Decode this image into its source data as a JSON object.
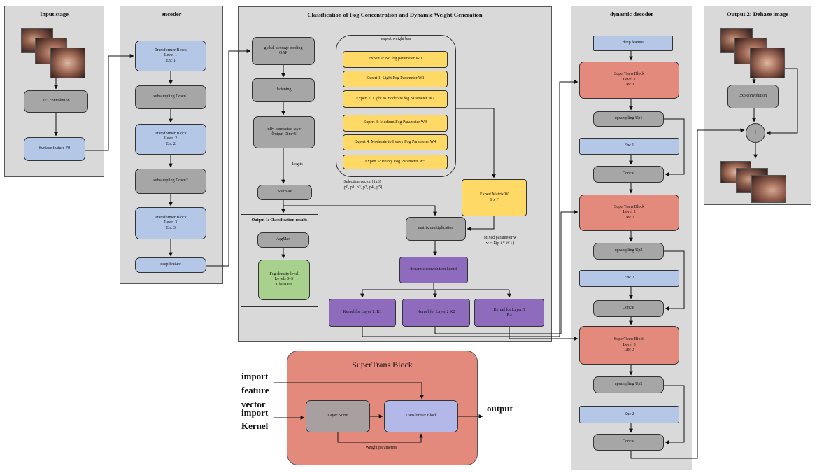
{
  "input_stage": {
    "title": "Input stage",
    "conv": "3x3 convolution",
    "surface": "Surface feature F0"
  },
  "encoder": {
    "title": "encoder",
    "enc1": "Transformer Block\nLevel 1\nEnc 1",
    "down1": "subsampling Down1",
    "enc2": "Transformer Block\nLevel 2\nEnc 2",
    "down2": "subsampling Down2",
    "enc3": "Transformer Block\nLevel 3\nEnc 3",
    "deep": "deep feature"
  },
  "classification": {
    "title": "Classification of Fog Concentration and Dynamic Weight Generation",
    "gap": "global average pooling\nGAP",
    "flatten": "flattening",
    "fc": "fully connected layer\nOutput Dim=6",
    "logits": "Logits",
    "softmax": "Softmax",
    "expert_title": "expert weight bas",
    "experts": [
      "Expert 0: No fog parameter W0",
      "Expert 1: Light Fog Parameter W1",
      "Expert 2: Light to moderate fog parameter W2",
      "Expert 3: Medium Fog Parameter W3",
      "Expert 4: Moderate to Heavy Fog Parameter W4",
      "Expert 5: Heavy Fog Parameter W5"
    ],
    "selection": "Selection vector (1x6)\n[p0, p1, p2, p3, p4 , p5]",
    "expert_matrix": "Expert Matrix W\n6 x F",
    "matmul": "matrix multiplication",
    "mixed": "Mixed parameter w\nw = Σ(p i * W i )",
    "dyn_kernel": "dynamic convolution kernel",
    "k1": "Kernel for Layer 1: K1",
    "k2": "Kernel for Layer 2 K2",
    "k3": "Kernel for Layer 3\nK3"
  },
  "output1": {
    "title": "Output 1: Classification results",
    "argmax": "ArgMax",
    "fog_level": "Fog density level\nLevels 0–5\nClassOut"
  },
  "decoder": {
    "title": "dynamic decoder",
    "deep": "deep feature",
    "dec1": "SuperTrans Block\nLevel 1\nDec 1",
    "up1": "upsampling Up1",
    "enc1": "Enc 1",
    "concat1": "Concat",
    "dec2": "SuperTrans Block\nLevel 2\nDec 2",
    "up2": "upsampling Up2",
    "enc2": "Enc 2",
    "concat2": "Concat",
    "dec3": "SuperTrans Block\nLevel 3\nDec 3",
    "up3": "upsampling Up2",
    "enc3": "Enc 2",
    "concat3": "Concat"
  },
  "output2": {
    "title": "Output 2: Dehaze image",
    "conv": "3x3 convolution",
    "plus": "+"
  },
  "supertrans": {
    "title": "SuperTrans Block",
    "layer_norm": "Layer Norm",
    "transformer": "Transformer Block",
    "weight": "Weight parameters",
    "import_feature": "import\nfeature\nvector",
    "import_kernel": "import\nKernel",
    "output": "output"
  }
}
